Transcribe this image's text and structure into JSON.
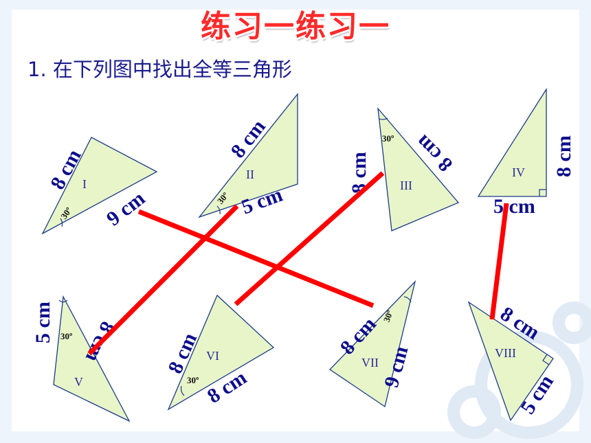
{
  "title": "练习一练习一",
  "question": "1. 在下列图中找出全等三角形",
  "colors": {
    "title": "#ff2a2a",
    "question": "#1a1a8c",
    "triangle_fill": "#e8f5c8",
    "match_line": "#ff0000"
  },
  "triangles": [
    {
      "id": "I",
      "label": "I",
      "sides": [
        "8 cm",
        "9 cm"
      ],
      "angle": "30º"
    },
    {
      "id": "II",
      "label": "II",
      "sides": [
        "8 cm",
        "5 cm"
      ],
      "angle": "30º"
    },
    {
      "id": "III",
      "label": "III",
      "sides": [
        "8 cm",
        "8 cm"
      ],
      "angle": "30º"
    },
    {
      "id": "IV",
      "label": "IV",
      "sides": [
        "8 cm",
        "5 cm"
      ]
    },
    {
      "id": "V",
      "label": "V",
      "sides": [
        "5 cm",
        "8 cm"
      ],
      "angle": "30º"
    },
    {
      "id": "VI",
      "label": "VI",
      "sides": [
        "8 cm",
        "8 cm"
      ],
      "angle": "30º"
    },
    {
      "id": "VII",
      "label": "VII",
      "sides": [
        "8 cm",
        "9 cm"
      ],
      "angle": "30º"
    },
    {
      "id": "VIII",
      "label": "VIII",
      "sides": [
        "8 cm",
        "5 cm"
      ]
    }
  ],
  "matches": [
    [
      "I",
      "VII"
    ],
    [
      "II",
      "V"
    ],
    [
      "III",
      "VI"
    ],
    [
      "IV",
      "VIII"
    ]
  ]
}
